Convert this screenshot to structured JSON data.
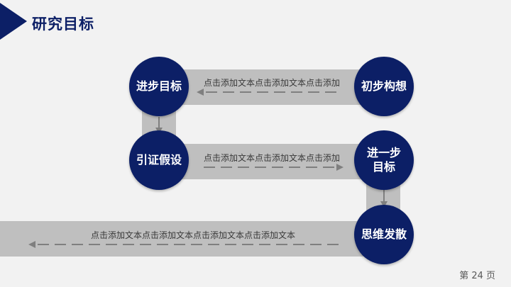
{
  "header": {
    "title": "研究目标",
    "accent_color": "#0c1f66"
  },
  "diagram": {
    "nodes": [
      {
        "id": "initial",
        "label": "初步构想"
      },
      {
        "id": "progress",
        "label": "进步目标"
      },
      {
        "id": "hypothesis",
        "label": "引证假设"
      },
      {
        "id": "further",
        "label": "进一步目标"
      },
      {
        "id": "divergent",
        "label": "思维发散"
      }
    ],
    "edges": [
      {
        "from": "initial",
        "to": "progress",
        "text": "点击添加文本点击添加文本点击添加"
      },
      {
        "from": "progress",
        "to": "hypothesis",
        "text": ""
      },
      {
        "from": "hypothesis",
        "to": "further",
        "text": "点击添加文本点击添加文本点击添加"
      },
      {
        "from": "further",
        "to": "divergent",
        "text": ""
      },
      {
        "from": "divergent",
        "to": "end",
        "text": "点击添加文本点击添加文本点击添加文本点击添加文本"
      }
    ],
    "node_lines": {
      "initial": [
        "初步",
        "构想"
      ],
      "progress": [
        "进步",
        "目标"
      ],
      "hypothesis": [
        "引证",
        "假设"
      ],
      "further": [
        "进一步",
        "目标"
      ],
      "divergent": [
        "思维发散"
      ]
    },
    "colors": {
      "node": "#0c1f66",
      "band": "#bfbfbf",
      "arrow": "#7f7f7f"
    }
  },
  "footer": {
    "page_label": "第 24 页"
  }
}
